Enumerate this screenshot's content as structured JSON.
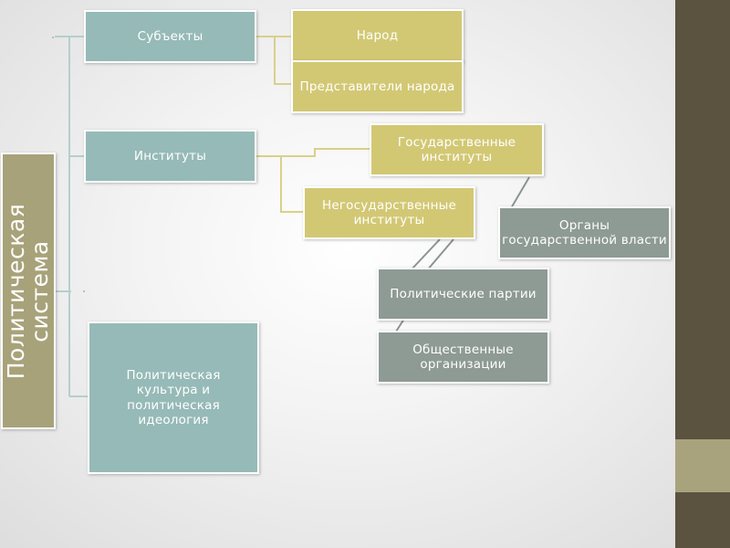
{
  "title": "Политическая система",
  "nodes": {
    "subjects": "Субъекты",
    "people": "Народ",
    "representatives": "Представители народа",
    "institutions": "Институты",
    "state_institutions": "Государственные институты",
    "nonstate_institutions": "Негосударственные институты",
    "state_bodies": "Органы государственной власти",
    "political_parties": "Политические партии",
    "public_organizations": "Общественные организации",
    "culture_ideology": "Политическая культура и политическая идеология"
  },
  "colors": {
    "teal": "#96bab7",
    "yellow": "#d2c874",
    "gray": "#8e9a94",
    "title_fill": "#a8a27a",
    "sidebar": "#5b5340",
    "connector_teal": "#b5cfcc",
    "connector_yellow": "#d9d08a",
    "connector_gray": "#8a948f"
  }
}
